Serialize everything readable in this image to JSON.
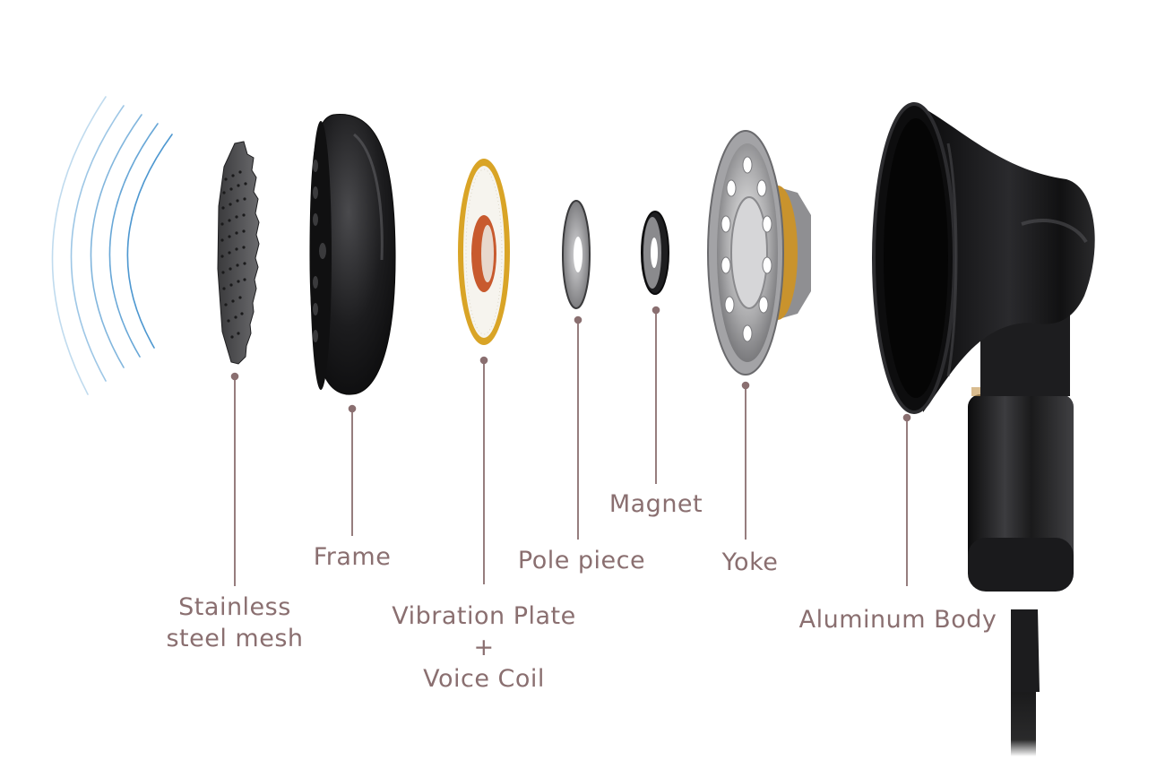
{
  "diagram": {
    "colors": {
      "leader_line": "#8a6f70",
      "label_text": "#8a6f70",
      "sound_waves": "#2f86c8",
      "vibration_plate_ring": "#d9a426",
      "voice_coil": "#c85a2e",
      "yoke_ring": "#c9932d"
    },
    "components": {
      "mesh": {
        "icon": "stainless-steel-mesh",
        "lines": [
          "Stainless",
          "steel mesh"
        ]
      },
      "frame": {
        "icon": "frame",
        "lines": [
          "Frame"
        ]
      },
      "vibration": {
        "icon": "vibration-plate-voice-coil",
        "lines": [
          "Vibration Plate",
          "+",
          "Voice Coil"
        ]
      },
      "pole": {
        "icon": "pole-piece",
        "lines": [
          "Pole piece"
        ]
      },
      "magnet": {
        "icon": "magnet",
        "lines": [
          "Magnet"
        ]
      },
      "yoke": {
        "icon": "yoke",
        "lines": [
          "Yoke"
        ]
      },
      "body": {
        "icon": "aluminum-body",
        "lines": [
          "Aluminum Body"
        ]
      }
    }
  }
}
